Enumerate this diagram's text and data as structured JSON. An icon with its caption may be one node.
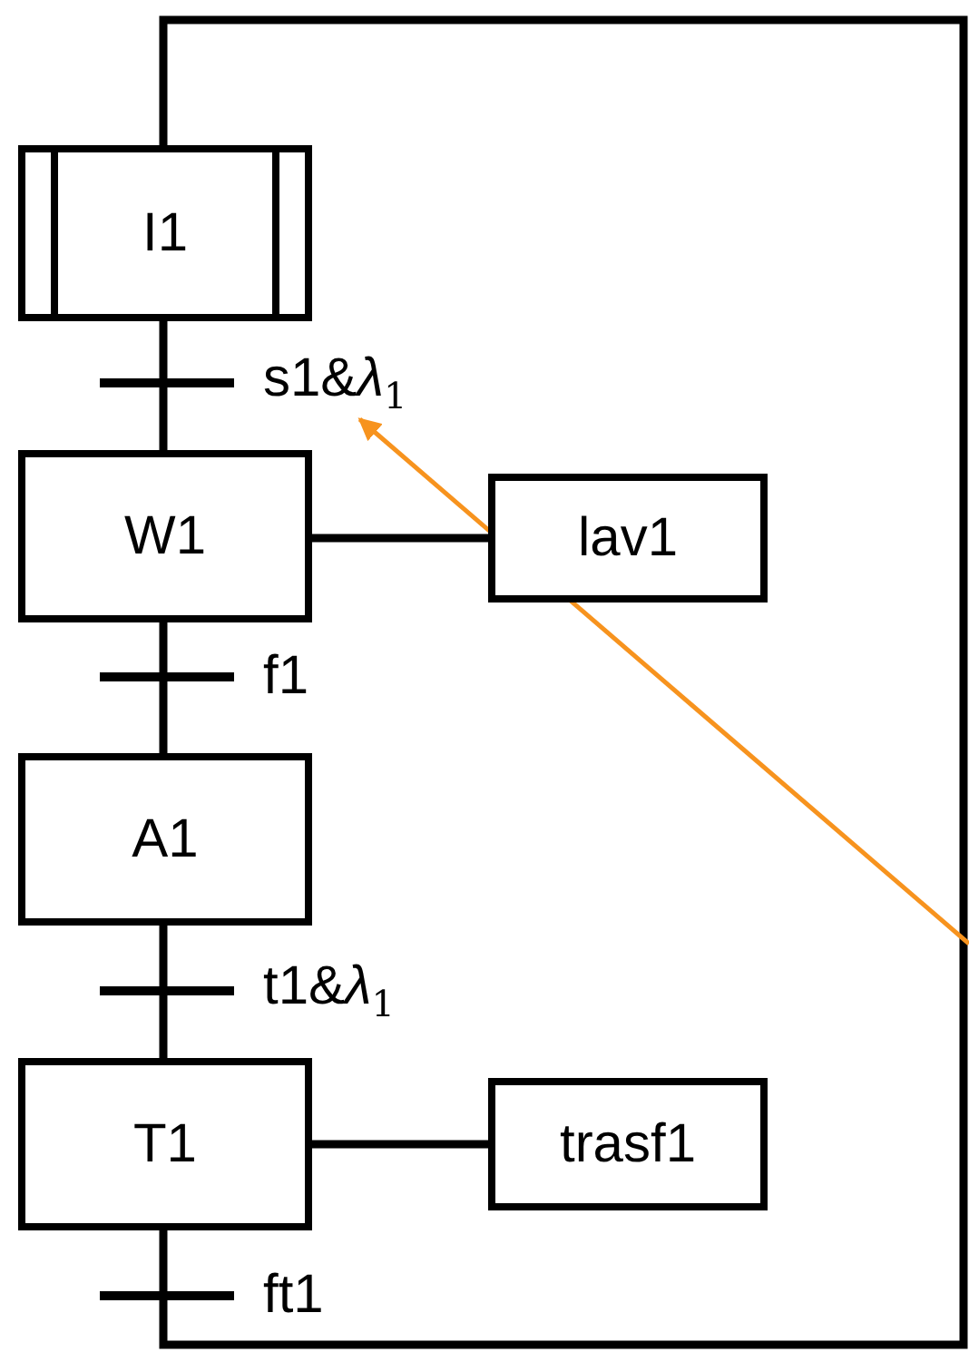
{
  "diagram": {
    "nodes": [
      {
        "text": [
          "I1"
        ]
      },
      {
        "text": [
          "s1&*λ*$_{1}$"
        ]
      },
      {
        "text": [
          "W1"
        ]
      },
      {
        "text": [
          "lav1"
        ]
      },
      {
        "text": [
          "f1"
        ]
      },
      {
        "text": [
          "A1"
        ]
      },
      {
        "text": [
          "t1&*λ*$_{1}$"
        ]
      },
      {
        "text": [
          "T1"
        ]
      },
      {
        "text": [
          "trasf1"
        ]
      },
      {
        "text": [
          "ft1"
        ]
      }
    ],
    "edges": [
      {
        "from": 0,
        "to": 1,
        "arrow": "none"
      },
      {
        "from": 1,
        "to": 2,
        "arrow": "none"
      },
      {
        "from": 2,
        "to": 3,
        "arrow": "none"
      },
      {
        "from": 2,
        "to": 4,
        "arrow": "none"
      },
      {
        "from": 4,
        "to": 5,
        "arrow": "none"
      },
      {
        "from": 5,
        "to": 6,
        "arrow": "none"
      },
      {
        "from": 6,
        "to": 7,
        "arrow": "none"
      },
      {
        "from": 7,
        "to": 8,
        "arrow": "none"
      },
      {
        "from": 7,
        "to": 9,
        "arrow": "none"
      },
      {
        "from": 9,
        "to": 0,
        "arrow": "none"
      },
      {
        "from": null,
        "to": 1,
        "arrow": "to",
        "color": "#f7931e"
      }
    ]
  }
}
